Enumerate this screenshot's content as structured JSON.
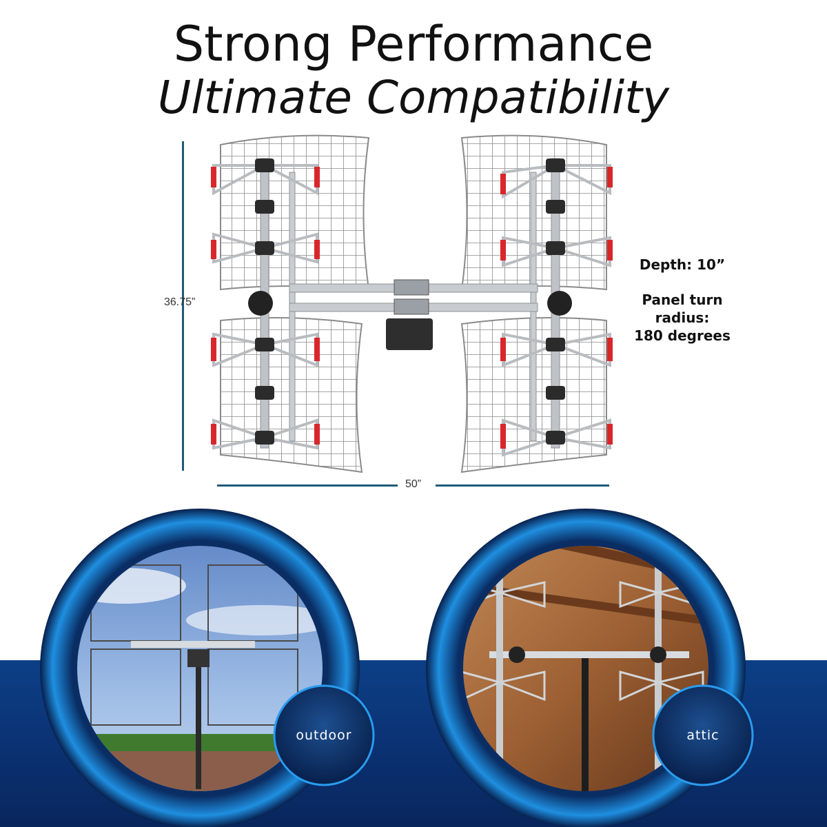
{
  "heading": {
    "line1": "Strong Performance",
    "line2": "Ultimate Compatibility"
  },
  "dimensions": {
    "height_label": "36.75”",
    "width_label": "50”"
  },
  "specs": {
    "depth": "Depth: 10”",
    "turn_line1": "Panel turn",
    "turn_line2": "radius:",
    "turn_line3": "180 degrees"
  },
  "scenes": [
    {
      "label": "outdoor"
    },
    {
      "label": "attic"
    }
  ],
  "colors": {
    "accent_blue": "#1f5a78",
    "band_blue": "#0b3172",
    "element_red": "#d9262b",
    "ring_blue": "#1f8fe0"
  }
}
